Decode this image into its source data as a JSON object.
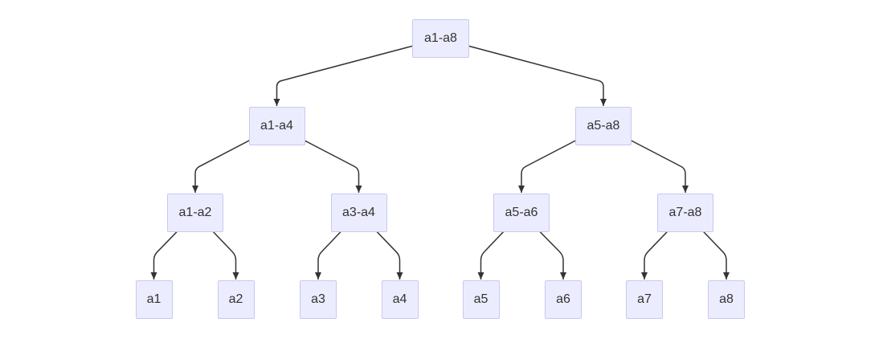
{
  "diagram": {
    "kind": "binary-tree",
    "description": "Segment tree / divide-and-conquer decomposition of a1..a8",
    "colors": {
      "background": "#FFFFFF",
      "node_fill": "#ECECFF",
      "node_border": "#C8C8F0",
      "edge": "#333333",
      "arrowhead": "#333333",
      "text": "#333333"
    },
    "nodes": [
      {
        "id": "a1-a8",
        "label": "a1-a8",
        "level": 0
      },
      {
        "id": "a1-a4",
        "label": "a1-a4",
        "level": 1
      },
      {
        "id": "a5-a8",
        "label": "a5-a8",
        "level": 1
      },
      {
        "id": "a1-a2",
        "label": "a1-a2",
        "level": 2
      },
      {
        "id": "a3-a4",
        "label": "a3-a4",
        "level": 2
      },
      {
        "id": "a5-a6",
        "label": "a5-a6",
        "level": 2
      },
      {
        "id": "a7-a8",
        "label": "a7-a8",
        "level": 2
      },
      {
        "id": "a1",
        "label": "a1",
        "level": 3
      },
      {
        "id": "a2",
        "label": "a2",
        "level": 3
      },
      {
        "id": "a3",
        "label": "a3",
        "level": 3
      },
      {
        "id": "a4",
        "label": "a4",
        "level": 3
      },
      {
        "id": "a5",
        "label": "a5",
        "level": 3
      },
      {
        "id": "a6",
        "label": "a6",
        "level": 3
      },
      {
        "id": "a7",
        "label": "a7",
        "level": 3
      },
      {
        "id": "a8",
        "label": "a8",
        "level": 3
      }
    ],
    "edges": [
      {
        "from": "a1-a8",
        "to": "a1-a4"
      },
      {
        "from": "a1-a8",
        "to": "a5-a8"
      },
      {
        "from": "a1-a4",
        "to": "a1-a2"
      },
      {
        "from": "a1-a4",
        "to": "a3-a4"
      },
      {
        "from": "a5-a8",
        "to": "a5-a6"
      },
      {
        "from": "a5-a8",
        "to": "a7-a8"
      },
      {
        "from": "a1-a2",
        "to": "a1"
      },
      {
        "from": "a1-a2",
        "to": "a2"
      },
      {
        "from": "a3-a4",
        "to": "a3"
      },
      {
        "from": "a3-a4",
        "to": "a4"
      },
      {
        "from": "a5-a6",
        "to": "a5"
      },
      {
        "from": "a5-a6",
        "to": "a6"
      },
      {
        "from": "a7-a8",
        "to": "a7"
      },
      {
        "from": "a7-a8",
        "to": "a8"
      }
    ]
  }
}
